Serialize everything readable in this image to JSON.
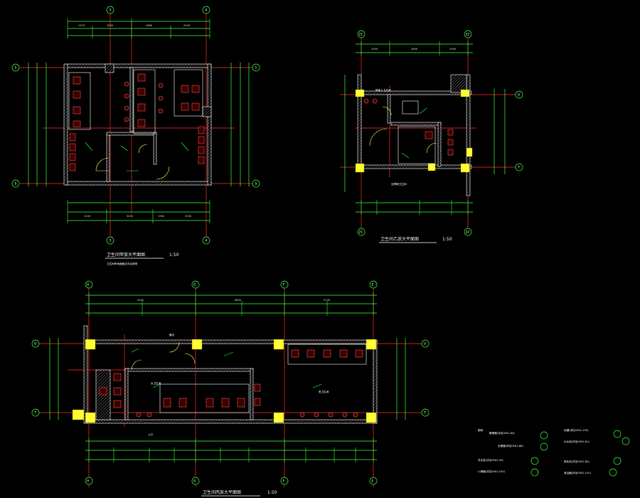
{
  "drawing": {
    "plan1": {
      "title": "卫生间甲放大平面图",
      "scale": "1:50",
      "note": "卫生间甲地面做法详见说明",
      "axes": {
        "top_left": "3",
        "top_right": "4",
        "left_top": "1",
        "left_bottom": "5"
      },
      "dims_top": [
        "1570",
        "3500",
        "1880",
        "2500"
      ],
      "dims_bottom": [
        "1200",
        "3000",
        "1300",
        "2500"
      ]
    },
    "plan2": {
      "title": "卫生间乙放大平面图",
      "scale": "1:50",
      "axes": {
        "top_left": "21",
        "top_right": "22",
        "left_top": "U",
        "left_bottom": "T"
      },
      "label_top": "残疾人卫生间",
      "label_bottom": "无障碍卫生间",
      "dims_top": [
        "1000",
        "2600",
        "1000"
      ]
    },
    "plan3": {
      "title": "卫生间丙放大平面图",
      "scale": "1:50",
      "axes": {
        "a1": "H",
        "a2": "G",
        "a3": "F",
        "a4": "E",
        "left_top": "U",
        "left_bottom": "T"
      },
      "labels": {
        "room1": "男卫生间",
        "room2": "女卫生间",
        "entry": "入口",
        "pipe": "管井"
      },
      "dims_top": [
        "4500",
        "8800",
        "5700"
      ]
    },
    "legend": {
      "heading": "图例",
      "items": [
        "蹲便器(详见05S1-64)",
        "坐便器(详见05S1-68)",
        "洗手盆(详见05S1-39)",
        "小便器(详见05S1-102)",
        "地漏(详见05S1-193)",
        "污水池(详见05S1-81)",
        "拖布池(详见05S1-83)",
        "淋浴器(详见05S1-147)"
      ]
    }
  }
}
